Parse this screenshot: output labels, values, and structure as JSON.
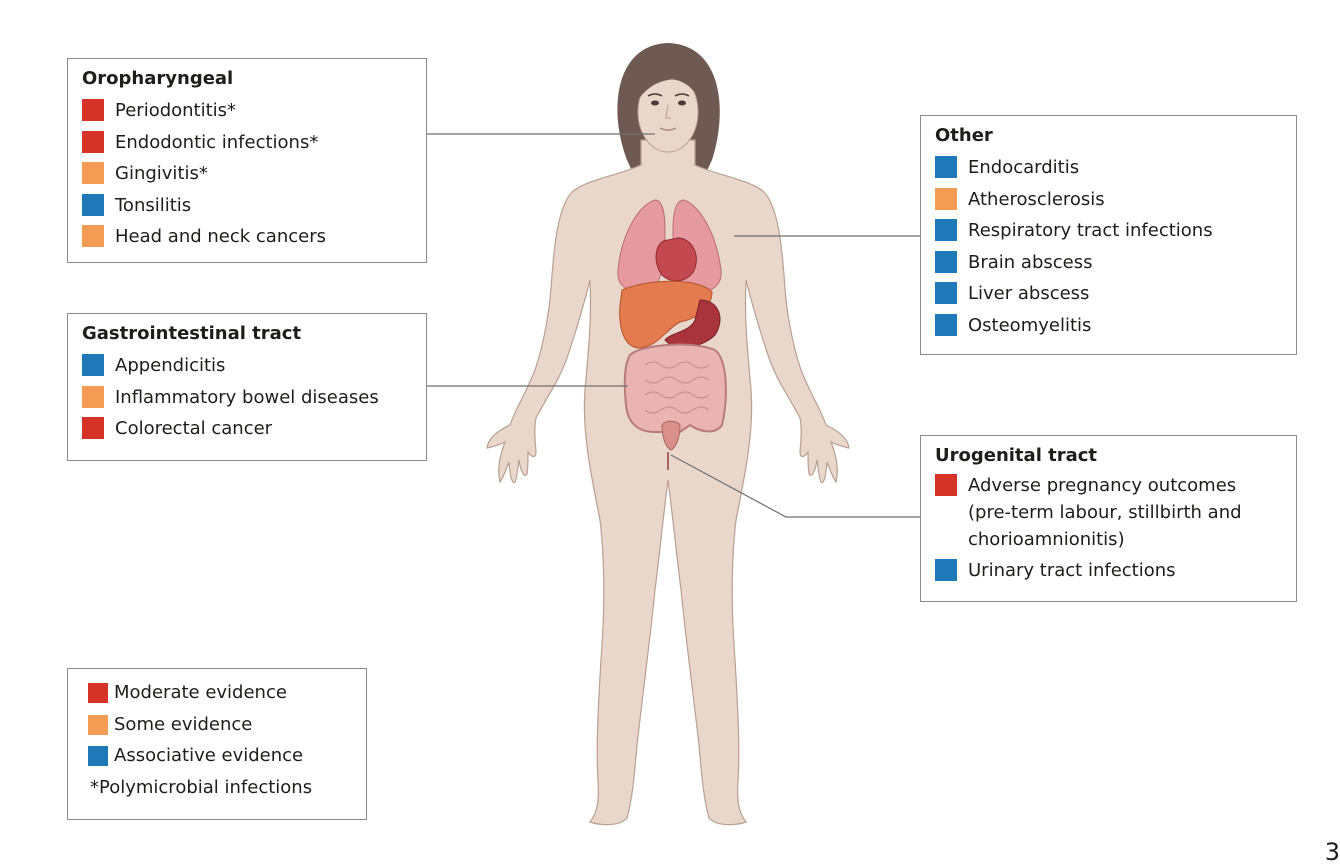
{
  "colors": {
    "moderate": "#d63328",
    "some": "#f29d53",
    "associative": "#1f78b8"
  },
  "boxes": {
    "oropharyngeal": {
      "title": "Oropharyngeal",
      "items": [
        {
          "label": "Periodontitis*",
          "level": "moderate"
        },
        {
          "label": "Endodontic infections*",
          "level": "moderate"
        },
        {
          "label": "Gingivitis*",
          "level": "some"
        },
        {
          "label": "Tonsilitis",
          "level": "associative"
        },
        {
          "label": "Head and neck cancers",
          "level": "some"
        }
      ]
    },
    "gastrointestinal": {
      "title": "Gastrointestinal tract",
      "items": [
        {
          "label": "Appendicitis",
          "level": "associative"
        },
        {
          "label": "Inflammatory bowel diseases",
          "level": "some"
        },
        {
          "label": "Colorectal cancer",
          "level": "moderate"
        }
      ]
    },
    "other": {
      "title": "Other",
      "items": [
        {
          "label": "Endocarditis",
          "level": "associative"
        },
        {
          "label": "Atherosclerosis",
          "level": "some"
        },
        {
          "label": "Respiratory tract infections",
          "level": "associative"
        },
        {
          "label": "Brain abscess",
          "level": "associative"
        },
        {
          "label": "Liver abscess",
          "level": "associative"
        },
        {
          "label": "Osteomyelitis",
          "level": "associative"
        }
      ]
    },
    "urogenital": {
      "title": "Urogenital tract",
      "items": [
        {
          "label": "Adverse pregnancy outcomes (pre-term labour, stillbirth and chorioamnionitis)",
          "level": "moderate"
        },
        {
          "label": "Urinary tract infections",
          "level": "associative"
        }
      ]
    }
  },
  "legend": {
    "items": [
      {
        "label": "Moderate evidence",
        "level": "moderate"
      },
      {
        "label": "Some evidence",
        "level": "some"
      },
      {
        "label": "Associative evidence",
        "level": "associative"
      }
    ],
    "note": "*Polymicrobial infections"
  },
  "page_number": "3"
}
